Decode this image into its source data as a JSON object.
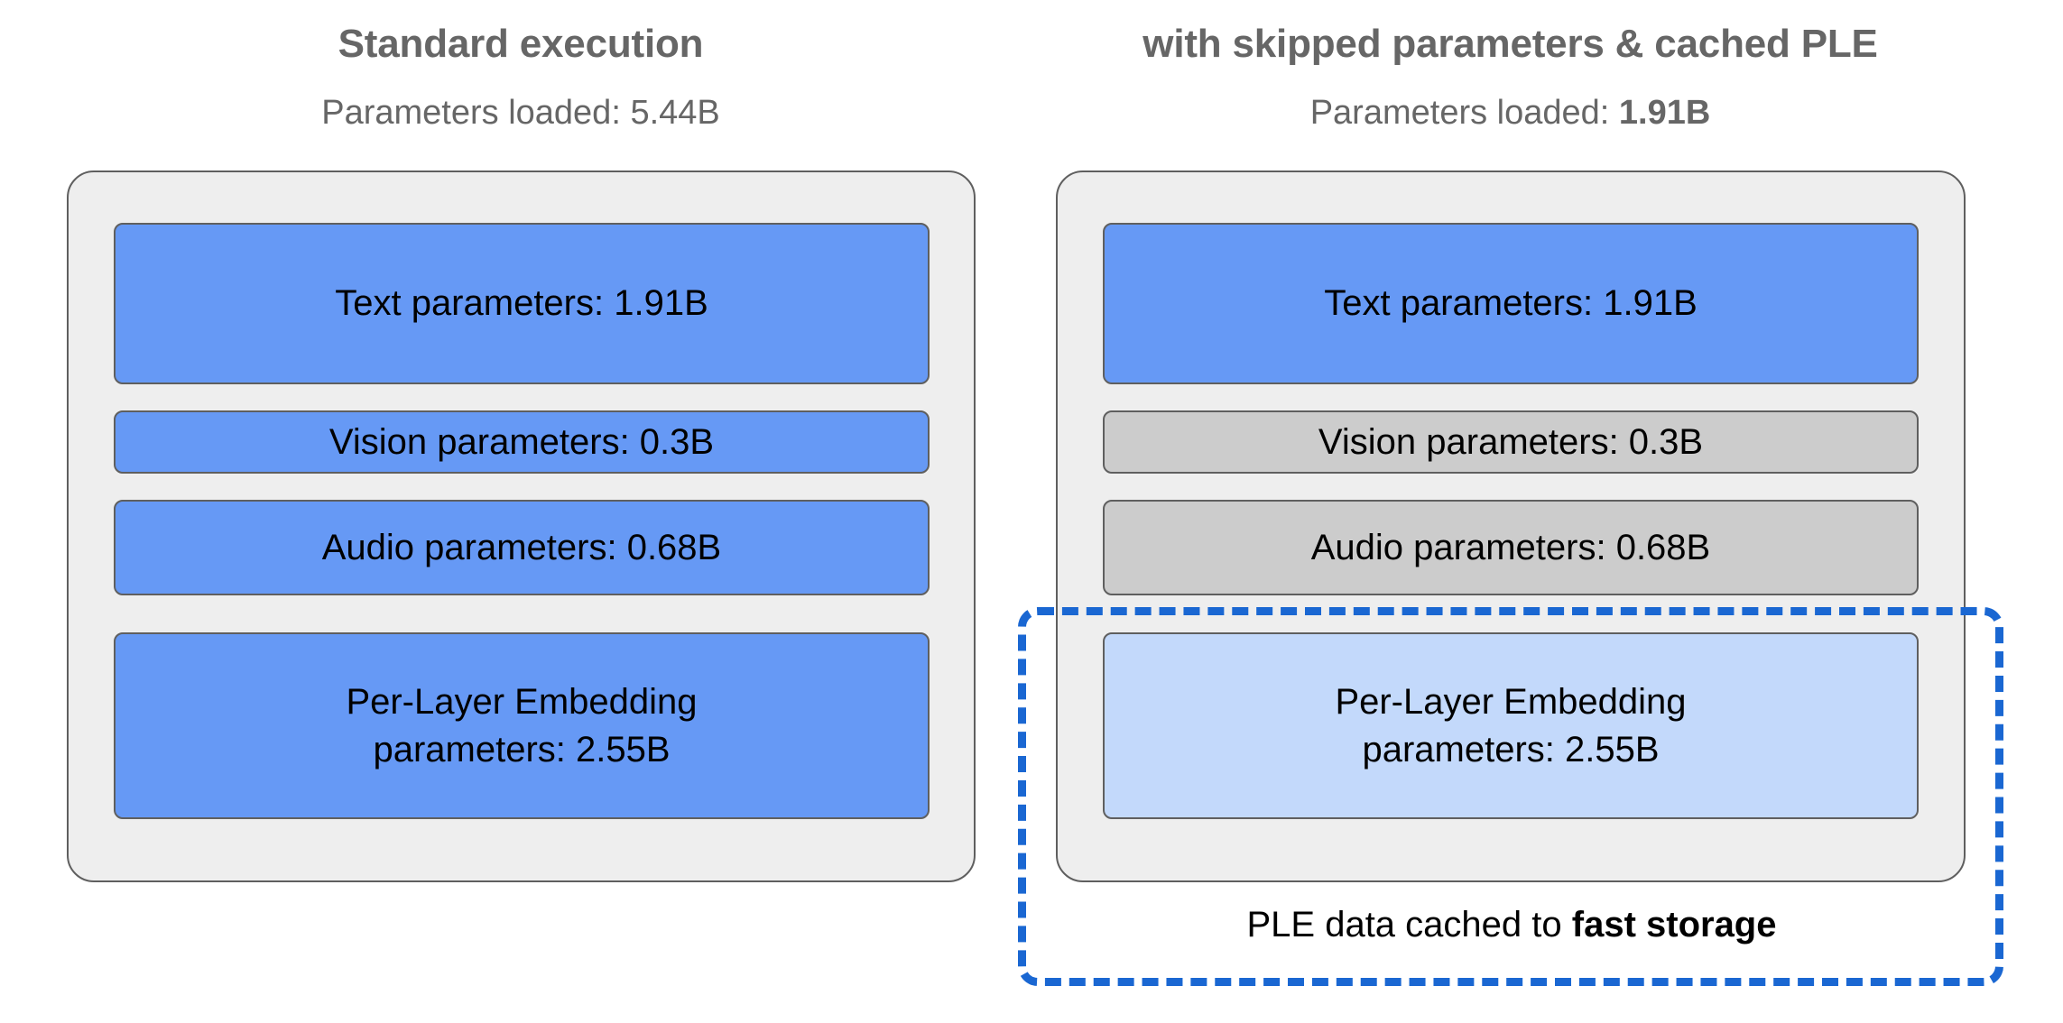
{
  "columns": [
    {
      "id": "standard",
      "title": "Standard execution",
      "subtitle_prefix": "Parameters loaded: ",
      "subtitle_value": "5.44B",
      "subtitle_value_bold": false,
      "boxes": [
        {
          "label": "Text parameters: 1.91B",
          "state": "loaded",
          "color": "#6699f5"
        },
        {
          "label": "Vision parameters: 0.3B",
          "state": "loaded",
          "color": "#6699f5"
        },
        {
          "label": "Audio parameters: 0.68B",
          "state": "loaded",
          "color": "#6699f5"
        },
        {
          "line1": "Per-Layer Embedding",
          "line2": "parameters: 2.55B",
          "state": "loaded",
          "color": "#6699f5"
        }
      ]
    },
    {
      "id": "optimized",
      "title": "with skipped parameters & cached PLE",
      "subtitle_prefix": "Parameters loaded: ",
      "subtitle_value": "1.91B",
      "subtitle_value_bold": true,
      "boxes": [
        {
          "label": "Text parameters: 1.91B",
          "state": "loaded",
          "color": "#6699f5"
        },
        {
          "label": "Vision parameters: 0.3B",
          "state": "skipped",
          "color": "#cccccc"
        },
        {
          "label": "Audio parameters: 0.68B",
          "state": "skipped",
          "color": "#cccccc"
        },
        {
          "line1": "Per-Layer Embedding",
          "line2": "parameters: 2.55B",
          "state": "cached",
          "color": "#c3d9fb"
        }
      ]
    }
  ],
  "cache_region": {
    "caption_prefix": "PLE data cached to ",
    "caption_emphasis": "fast storage",
    "border_color": "#1a67d2",
    "border_style": "dashed"
  },
  "palette": {
    "panel_background": "#eeeeee",
    "panel_border": "#5f5f5f",
    "box_border": "#5f5f5f",
    "loaded_blue": "#6699f5",
    "skipped_gray": "#cccccc",
    "cached_light_blue": "#c3d9fb",
    "heading_gray": "#666666",
    "body_black": "#000000",
    "page_background": "#ffffff"
  },
  "chart_data": {
    "type": "table",
    "title": "Parameter loading comparison: standard vs. skipped parameters & cached PLE",
    "categories": [
      "Text parameters",
      "Vision parameters",
      "Audio parameters",
      "Per-Layer Embedding parameters"
    ],
    "values_b": [
      1.91,
      0.3,
      0.68,
      2.55
    ],
    "series": [
      {
        "name": "Standard execution",
        "total_loaded_b": 5.44,
        "loaded": [
          true,
          true,
          true,
          true
        ]
      },
      {
        "name": "with skipped parameters & cached PLE",
        "total_loaded_b": 1.91,
        "loaded": [
          true,
          false,
          false,
          false
        ]
      }
    ],
    "unit": "B (billion parameters)"
  }
}
